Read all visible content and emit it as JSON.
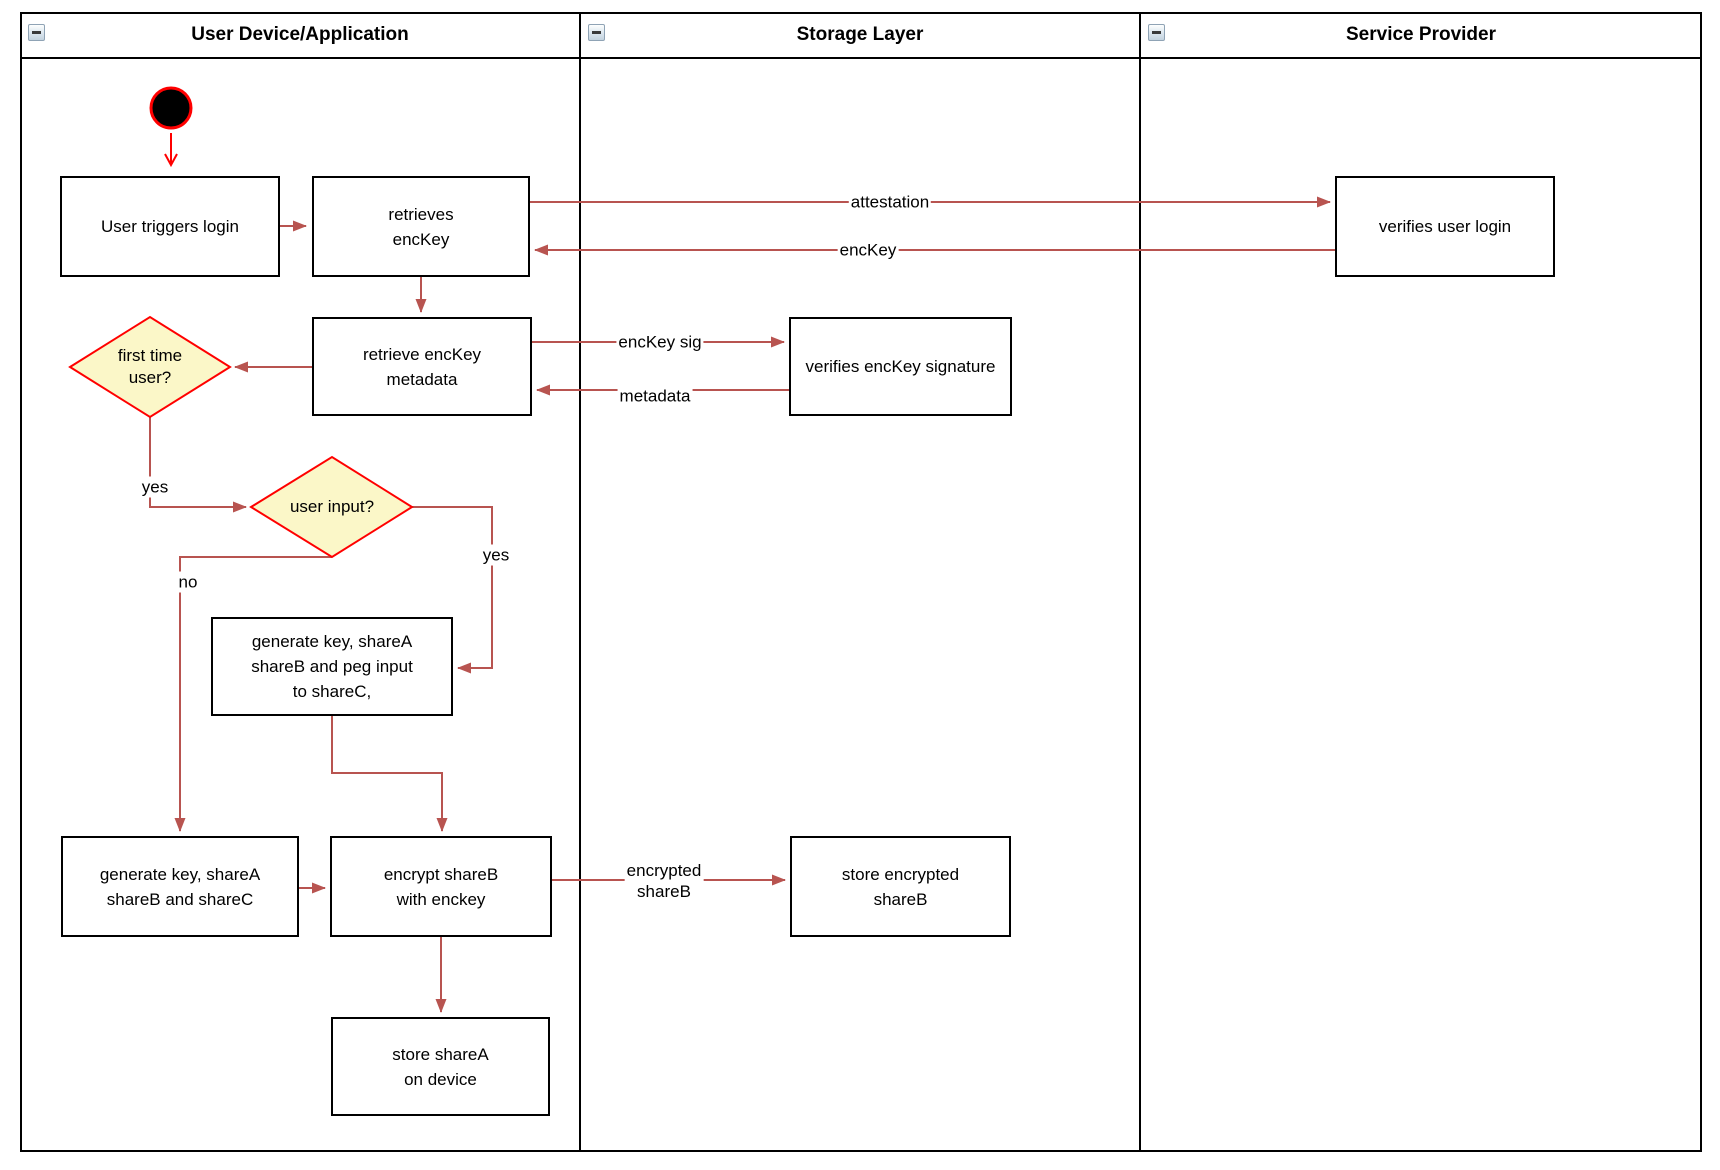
{
  "diagram": {
    "lanes": [
      {
        "title": "User Device/Application"
      },
      {
        "title": "Storage Layer"
      },
      {
        "title": "Service Provider"
      }
    ],
    "nodes": {
      "user_triggers_login": "User triggers login",
      "retrieves_enckey": "retrieves\nencKey",
      "verifies_user_login": "verifies user login",
      "retrieve_enckey_metadata": "retrieve encKey\nmetadata",
      "verifies_enckey_signature": "verifies encKey signature",
      "first_time_user": "first time\nuser?",
      "user_input": "user input?",
      "generate_key_peg_input": "generate key, shareA\nshareB and peg input\nto shareC,",
      "generate_key_shares": "generate key, shareA\nshareB and shareC",
      "encrypt_shareb": "encrypt shareB\nwith enckey",
      "store_encrypted_shareb": "store encrypted\nshareB",
      "store_sharea": "store shareA\non device"
    },
    "edge_labels": {
      "attestation": "attestation",
      "enckey": "encKey",
      "enckey_sig": "encKey sig",
      "metadata": "metadata",
      "encrypted_shareb": "encrypted\nshareB",
      "yes_first_time": "yes",
      "yes_user_input": "yes",
      "no_user_input": "no"
    },
    "colors": {
      "arrow_color": "#B85450",
      "start_color": "#FF0000",
      "decision_border": "#FF0000",
      "decision_fill": "#FBF7C8",
      "shape_border": "#000000"
    }
  }
}
